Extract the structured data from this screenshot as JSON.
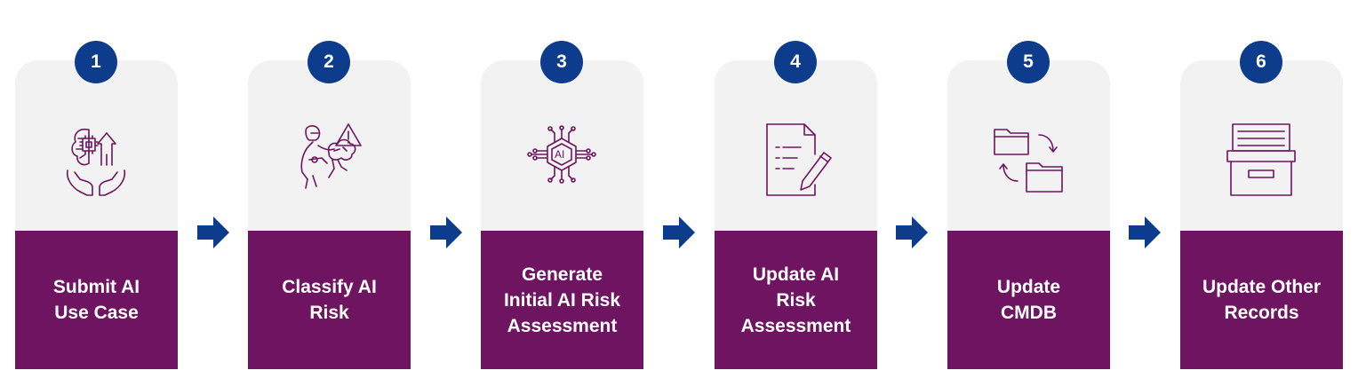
{
  "colors": {
    "badge": "#0d3c8c",
    "card_top": "#f2f2f2",
    "card_bottom": "#6e1460",
    "arrow": "#0d3c8c",
    "label_text": "#ffffff"
  },
  "steps": [
    {
      "number": "1",
      "label": "Submit AI\nUse Case",
      "icon": "brain-chip-hands-icon"
    },
    {
      "number": "2",
      "label": "Classify AI\nRisk",
      "icon": "robot-warning-icon"
    },
    {
      "number": "3",
      "label": "Generate\nInitial AI Risk\nAssessment",
      "icon": "ai-chip-icon"
    },
    {
      "number": "4",
      "label": "Update AI\nRisk\nAssessment",
      "icon": "document-pencil-icon"
    },
    {
      "number": "5",
      "label": "Update\nCMDB",
      "icon": "folders-sync-icon"
    },
    {
      "number": "6",
      "label": "Update Other\nRecords",
      "icon": "file-cabinet-icon"
    }
  ]
}
